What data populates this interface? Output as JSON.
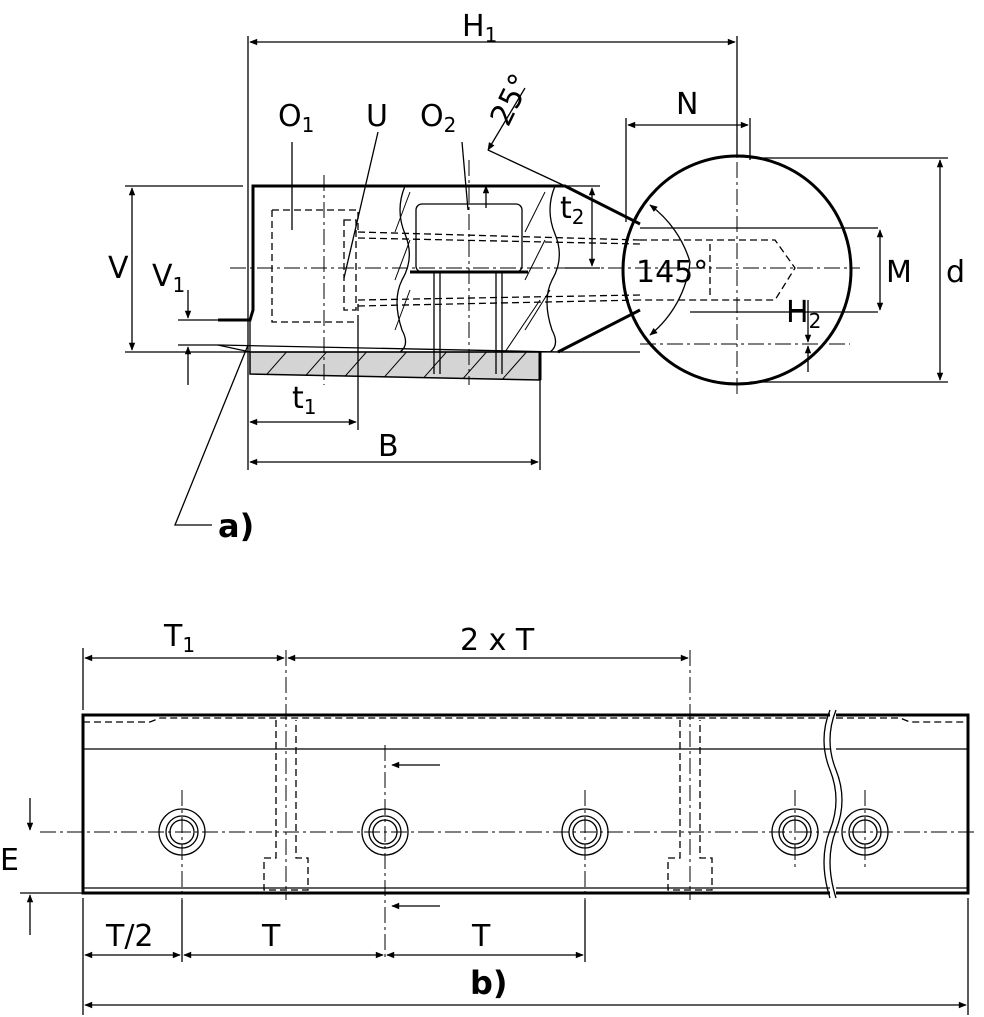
{
  "view_a": {
    "labels": {
      "H": "H",
      "H_sub": "1",
      "angle_top": "25°",
      "O1": "O",
      "O1_sub": "1",
      "U": "U",
      "O2": "O",
      "O2_sub": "2",
      "N": "N",
      "V": "V",
      "V1": "V",
      "V1_sub": "1",
      "t2": "t",
      "t2_sub": "2",
      "angle_cone": "145°",
      "M": "M",
      "d": "d",
      "H2": "H",
      "H2_sub": "2",
      "t1": "t",
      "t1_sub": "1",
      "B": "B",
      "caption": "a)"
    }
  },
  "view_b": {
    "labels": {
      "T1": "T",
      "T1_sub": "1",
      "twoT": "2 x T",
      "E": "E",
      "T_half": "T/2",
      "T_a": "T",
      "T_b": "T",
      "caption": "b)"
    }
  }
}
